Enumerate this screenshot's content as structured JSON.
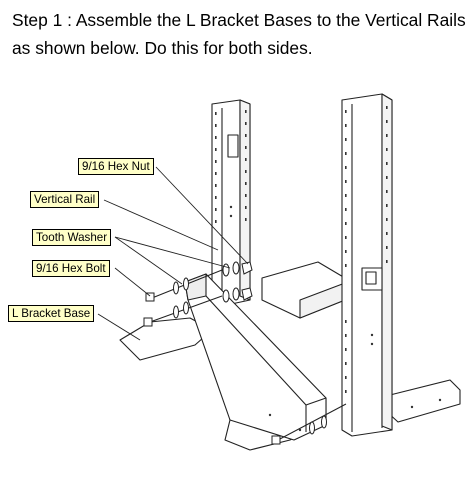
{
  "instructions": {
    "line1": "Step 1 : Assemble the L Bracket Bases to the Vertical Rails",
    "line2": "as shown below.  Do this for both sides."
  },
  "callouts": {
    "hex_nut": "9/16 Hex Nut",
    "vertical_rail": "Vertical Rail",
    "tooth_washer": "Tooth Washer",
    "hex_bolt": "9/16 Hex Bolt",
    "bracket_base": "L Bracket Base"
  }
}
